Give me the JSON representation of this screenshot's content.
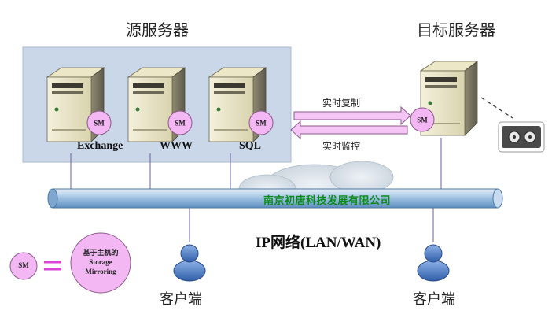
{
  "source_group": {
    "title": "源服务器"
  },
  "target_group": {
    "title": "目标服务器"
  },
  "servers": [
    {
      "label": "Exchange",
      "badge": "SM"
    },
    {
      "label": "WWW",
      "badge": "SM"
    },
    {
      "label": "SQL",
      "badge": "SM"
    },
    {
      "label": "",
      "badge": "SM"
    }
  ],
  "arrows": {
    "replication": "实时复制",
    "monitoring": "实时监控"
  },
  "network": {
    "label": "IP网络(LAN/WAN)",
    "watermark": "南京初唐科技发展有限公司"
  },
  "clients": [
    {
      "label": "客户端"
    },
    {
      "label": "客户端"
    }
  ],
  "legend": {
    "badge": "SM",
    "equals": "=",
    "line1": "基于主机的",
    "line2": "Storage",
    "line3": "Mirroring"
  },
  "colors": {
    "group_bg": "#c9d7e8",
    "badge_fill": "#f3b8f3",
    "arrow_fill": "#f5c6f5",
    "network_pipe": "#b8d3ec",
    "watermark": "#0b8a1a",
    "person": "#5f8bd0"
  }
}
